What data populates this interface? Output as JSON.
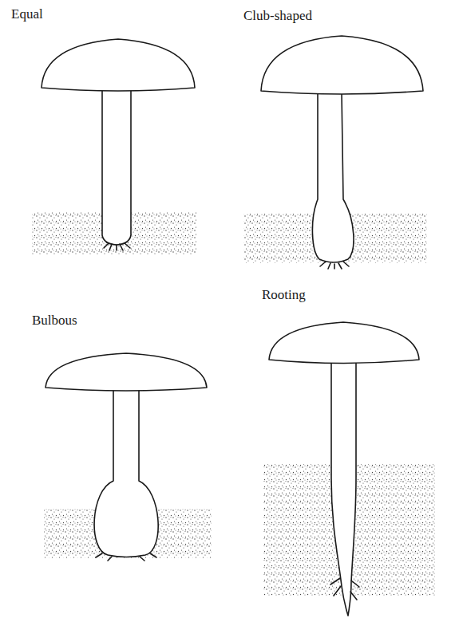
{
  "diagram": {
    "labels": [
      "Equal",
      "Club-shaped",
      "Bulbous",
      "Rooting"
    ]
  }
}
